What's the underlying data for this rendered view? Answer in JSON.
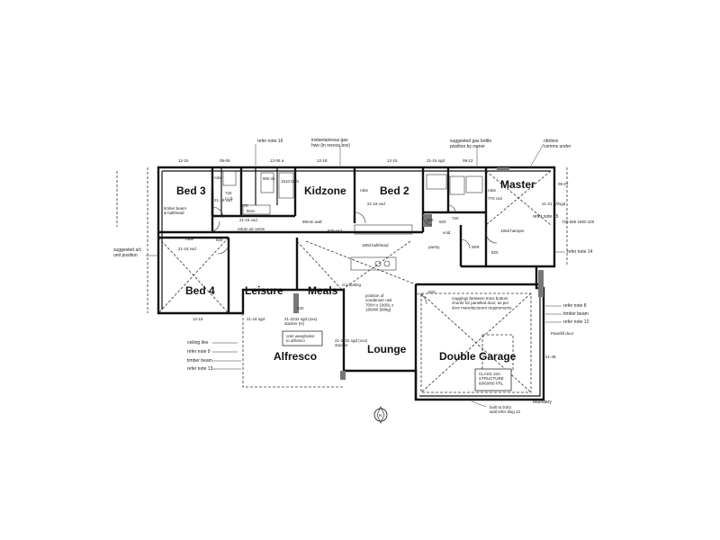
{
  "rooms": {
    "bed3": "Bed 3",
    "kidzone": "Kidzone",
    "bed2": "Bed 2",
    "master": "Master",
    "bed4": "Bed 4",
    "leisure": "Leisure",
    "meals": "Meals",
    "alfresco": "Alfresco",
    "lounge": "Lounge",
    "double_garage": "Double Garage"
  },
  "top_notes": {
    "refer_note_16": "refer note 16",
    "gas_hws": "instantaneous gas\nhws (in recess box)",
    "gas_bottle": "suggested gas bottle\nposition by owner",
    "nbn_box": "nbnbox\ncomms under"
  },
  "left_notes": {
    "suggested_ac": "suggested a/c\nunit position",
    "ceiling_line": "ceiling line",
    "refer_note_9": "refer note 9",
    "timber_beam": "timber beam",
    "refer_note_13": "refer note 13"
  },
  "right_notes": {
    "refer_note_15": "refer note 15",
    "refer_note_14": "refer note 14",
    "refer_note_8": "refer note 8",
    "timber_beam": "timber beam",
    "refer_note_12": "refer note 12",
    "boundary": "boundary"
  },
  "labels": {
    "bed3_ceiling": "timber beam\n& bulkhead",
    "robe": "robe",
    "linen": "linen",
    "return_air": "return air vents",
    "wall_90": "90mm wall",
    "bulkhead_190": "190d bulkhead",
    "pantry": "pantry",
    "void": "void",
    "wir": "WIR",
    "hamper": "190d hamper",
    "cnr_butting": "cnr butting",
    "condenser": "position of\ncondenser unit\n700H x 1800L x\n1800W (80kg)",
    "nogging": "noggings between truss bottom\nchords for panelled door, as per\ndoor manufacturers requirements",
    "class": "CLASS 10A\nSTRUCTURE\n60/60/60 FRL",
    "built_to": "built to b'dry\nwall refer dwg 12",
    "weepholes": "omit weepholes\nto alfresco",
    "stacker": "21-2232 sgd (oxx)\nstacker (H)",
    "sgd_leisure": "21-18 sgd",
    "alf_sgd": "21-3732 sgd (oxx)\nstacker",
    "vanity": "900 vb",
    "bath": "1510 bath",
    "panelift": "Panelift door",
    "dim_2148": "21-48",
    "tch": "t.c.h",
    "north": "N"
  },
  "dimensions": {
    "w1": "12-15",
    "w2": "09-06",
    "w3": "12-06 a",
    "w4": "12-18",
    "w5": "12-15",
    "w6": "21-15 sgd",
    "w7": "09-12",
    "w8": "12-15",
    "d1": "21-18 vsd",
    "d2": "21-15 vsd",
    "d3": "820 csd",
    "d4": "21-18 vsd",
    "d5": "21-18 vsd",
    "d6": "720",
    "d7": "770",
    "d8": "820",
    "d9": "620",
    "d10": "720",
    "d11": "820",
    "d12": "770 csd",
    "d13": "820",
    "d14": "21-21 a/t/sgd",
    "d15": "09-07",
    "d16": "720 650 1800 220",
    "d17": "820",
    "d18": "820"
  }
}
